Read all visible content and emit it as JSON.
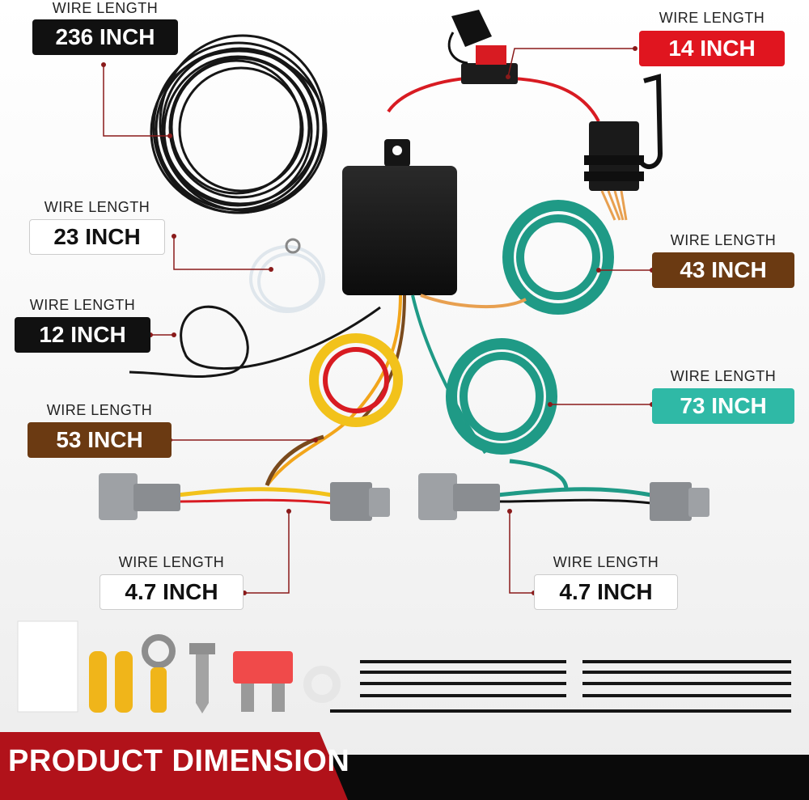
{
  "labels": [
    {
      "id": "wire-236",
      "caption": "WIRE LENGTH",
      "value": "236 INCH"
    },
    {
      "id": "wire-14",
      "caption": "WIRE LENGTH",
      "value": "14 INCH"
    },
    {
      "id": "wire-23",
      "caption": "WIRE LENGTH",
      "value": "23 INCH"
    },
    {
      "id": "wire-12",
      "caption": "WIRE LENGTH",
      "value": "12 INCH"
    },
    {
      "id": "wire-43",
      "caption": "WIRE LENGTH",
      "value": "43 INCH"
    },
    {
      "id": "wire-73",
      "caption": "WIRE LENGTH",
      "value": "73 INCH"
    },
    {
      "id": "wire-53",
      "caption": "WIRE LENGTH",
      "value": "53 INCH"
    },
    {
      "id": "wire-4-7-left",
      "caption": "WIRE LENGTH",
      "value": "4.7 INCH"
    },
    {
      "id": "wire-4-7-right",
      "caption": "WIRE LENGTH",
      "value": "4.7 INCH"
    }
  ],
  "banner": {
    "title": "PRODUCT DIMENSION"
  },
  "colors": {
    "label_black": "#111111",
    "label_red": "#e0151f",
    "label_brown": "#6b3a12",
    "label_teal": "#2fb9a6",
    "label_white": "#ffffff",
    "banner_red": "#b1121a",
    "banner_black": "#0a0a0a",
    "leader_line": "#8a1a1a",
    "wire_teal": "#1f9a86",
    "wire_red": "#d81b22",
    "wire_yellow": "#f2c21b",
    "wire_brown": "#7a4a1c"
  }
}
